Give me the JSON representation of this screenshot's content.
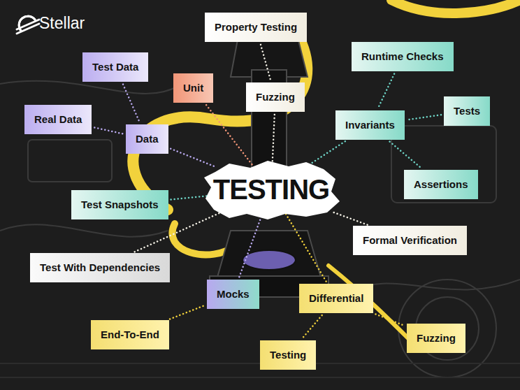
{
  "diagram": {
    "nodes": [
      {
        "text": [
          "Property Testing"
        ]
      },
      {
        "text": [
          "Test Data"
        ]
      },
      {
        "text": [
          "Runtime Checks"
        ]
      },
      {
        "text": [
          "Unit"
        ]
      },
      {
        "text": [
          "Fuzzing"
        ]
      },
      {
        "text": [
          "Tests"
        ]
      },
      {
        "text": [
          "Real Data"
        ]
      },
      {
        "text": [
          "Invariants"
        ]
      },
      {
        "text": [
          "Data"
        ]
      },
      {
        "text": [
          "TESTING"
        ]
      },
      {
        "text": [
          "Assertions"
        ]
      },
      {
        "text": [
          "Test Snapshots"
        ]
      },
      {
        "text": [
          "Formal Verification"
        ]
      },
      {
        "text": [
          "Test With Dependencies"
        ]
      },
      {
        "text": [
          "Mocks"
        ]
      },
      {
        "text": [
          "Differential"
        ]
      },
      {
        "text": [
          "End-To-End"
        ]
      },
      {
        "text": [
          "Fuzzing"
        ]
      },
      {
        "text": [
          "Testing"
        ]
      }
    ],
    "edges": [
      {
        "from": 0,
        "to": 4,
        "arrow": "none"
      },
      {
        "from": 4,
        "to": 9,
        "arrow": "none"
      },
      {
        "from": 3,
        "to": 9,
        "arrow": "none"
      },
      {
        "from": 1,
        "to": 8,
        "arrow": "none"
      },
      {
        "from": 6,
        "to": 8,
        "arrow": "none"
      },
      {
        "from": 8,
        "to": 9,
        "arrow": "none"
      },
      {
        "from": 2,
        "to": 7,
        "arrow": "none"
      },
      {
        "from": 5,
        "to": 7,
        "arrow": "none"
      },
      {
        "from": 7,
        "to": 10,
        "arrow": "none"
      },
      {
        "from": 7,
        "to": 9,
        "arrow": "none"
      },
      {
        "from": 11,
        "to": 9,
        "arrow": "none"
      },
      {
        "from": 12,
        "to": 9,
        "arrow": "none"
      },
      {
        "from": 13,
        "to": 9,
        "arrow": "none"
      },
      {
        "from": 16,
        "to": 14,
        "arrow": "none"
      },
      {
        "from": 14,
        "to": 9,
        "arrow": "none"
      },
      {
        "from": 15,
        "to": 18,
        "arrow": "none"
      },
      {
        "from": 15,
        "to": 17,
        "arrow": "none"
      },
      {
        "from": 15,
        "to": 9,
        "arrow": "none"
      }
    ],
    "labels": [
      "Stellar"
    ]
  }
}
